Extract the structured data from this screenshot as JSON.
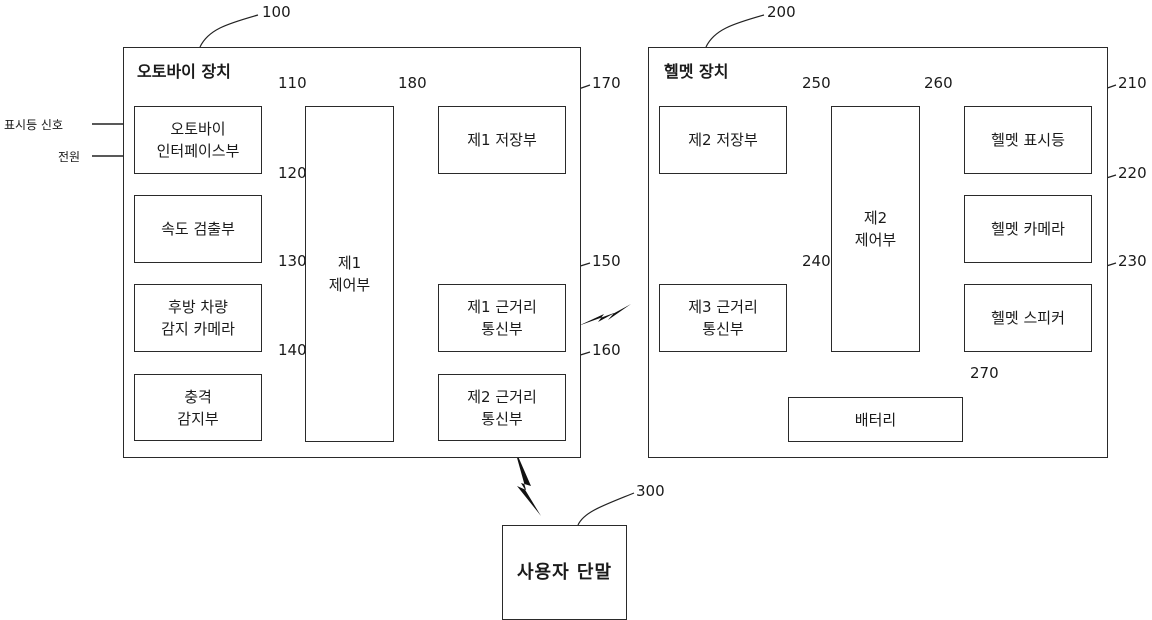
{
  "signals": {
    "indicator": "표시등 신호",
    "power": "전원"
  },
  "motorcycle": {
    "ref": "100",
    "title": "오토바이 장치",
    "interface": {
      "ref": "110",
      "label": "오토바이\n인터페이스부"
    },
    "speed": {
      "ref": "120",
      "label": "속도 검출부"
    },
    "rear_camera": {
      "ref": "130",
      "label": "후방 차량\n감지 카메라"
    },
    "impact": {
      "ref": "140",
      "label": "충격\n감지부"
    },
    "controller": {
      "ref": "180",
      "label": "제1\n제어부"
    },
    "storage": {
      "ref": "170",
      "label": "제1 저장부"
    },
    "comm1": {
      "ref": "150",
      "label": "제1 근거리\n통신부"
    },
    "comm2": {
      "ref": "160",
      "label": "제2 근거리\n통신부"
    }
  },
  "helmet": {
    "ref": "200",
    "title": "헬멧 장치",
    "storage": {
      "ref": "250",
      "label": "제2 저장부"
    },
    "controller": {
      "ref": "260",
      "label": "제2\n제어부"
    },
    "indicator": {
      "ref": "210",
      "label": "헬멧 표시등"
    },
    "camera": {
      "ref": "220",
      "label": "헬멧 카메라"
    },
    "comm3": {
      "ref": "240",
      "label": "제3 근거리\n통신부"
    },
    "speaker": {
      "ref": "230",
      "label": "헬멧 스피커"
    },
    "battery": {
      "ref": "270",
      "label": "배터리"
    }
  },
  "terminal": {
    "ref": "300",
    "label": "사용자 단말"
  }
}
